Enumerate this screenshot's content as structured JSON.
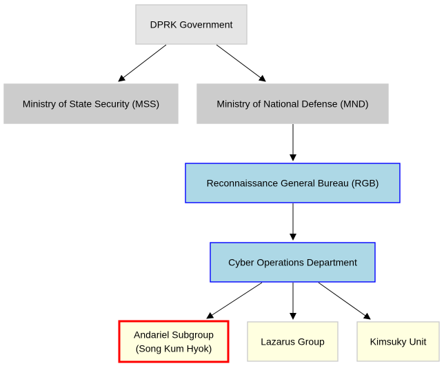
{
  "diagram": {
    "nodes": [
      {
        "id": "dprk",
        "name": "node-dprk-government",
        "lines": [
          "DPRK Government"
        ],
        "fill": "#e5e5e5",
        "stroke": "#cccccc"
      },
      {
        "id": "mss",
        "name": "node-ministry-state-security",
        "lines": [
          "Ministry of State Security (MSS)"
        ],
        "fill": "#cccccc",
        "stroke": "#cccccc"
      },
      {
        "id": "mnd",
        "name": "node-ministry-national-defense",
        "lines": [
          "Ministry of National Defense (MND)"
        ],
        "fill": "#cccccc",
        "stroke": "#cccccc"
      },
      {
        "id": "rgb",
        "name": "node-reconnaissance-general-bureau",
        "lines": [
          "Reconnaissance General Bureau (RGB)"
        ],
        "fill": "#add8e6",
        "stroke": "#0000ff"
      },
      {
        "id": "cyber",
        "name": "node-cyber-operations-department",
        "lines": [
          "Cyber Operations Department"
        ],
        "fill": "#add8e6",
        "stroke": "#0000ff"
      },
      {
        "id": "andariel",
        "name": "node-andariel-subgroup",
        "lines": [
          "Andariel Subgroup",
          "(Song Kum Hyok)"
        ],
        "fill": "#ffffe0",
        "stroke": "#ff0000"
      },
      {
        "id": "lazarus",
        "name": "node-lazarus-group",
        "lines": [
          "Lazarus Group"
        ],
        "fill": "#ffffe0",
        "stroke": "#cccccc"
      },
      {
        "id": "kimsuky",
        "name": "node-kimsuky-unit",
        "lines": [
          "Kimsuky Unit"
        ],
        "fill": "#ffffe0",
        "stroke": "#cccccc"
      }
    ],
    "edges": [
      {
        "from": "dprk",
        "to": "mss"
      },
      {
        "from": "dprk",
        "to": "mnd"
      },
      {
        "from": "mnd",
        "to": "rgb"
      },
      {
        "from": "rgb",
        "to": "cyber"
      },
      {
        "from": "cyber",
        "to": "andariel"
      },
      {
        "from": "cyber",
        "to": "lazarus"
      },
      {
        "from": "cyber",
        "to": "kimsuky"
      }
    ]
  }
}
